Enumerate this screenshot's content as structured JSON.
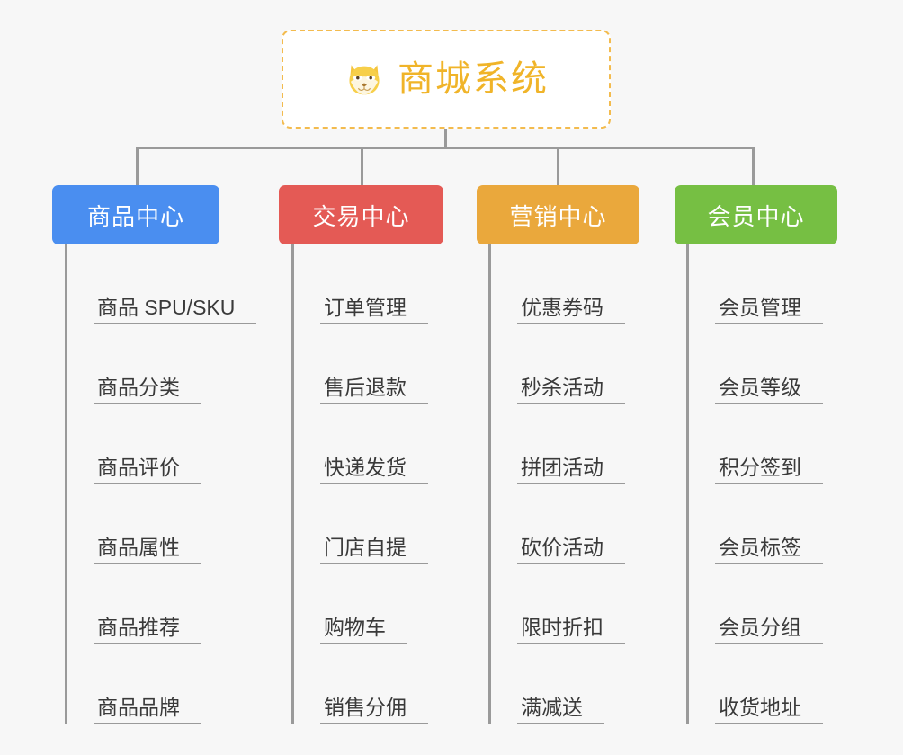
{
  "background_color": "#f7f7f7",
  "root": {
    "icon": "dog-face-emoji",
    "title": "商城系统",
    "title_color": "#f0b429",
    "border_color": "#f3bb4e"
  },
  "connector_color": "#9a9a9a",
  "columns": [
    {
      "id": "product-center",
      "title": "商品中心",
      "color": "#4a8ef0",
      "items": [
        "商品 SPU/SKU",
        "商品分类",
        "商品评价",
        "商品属性",
        "商品推荐",
        "商品品牌"
      ]
    },
    {
      "id": "trade-center",
      "title": "交易中心",
      "color": "#e45a55",
      "items": [
        "订单管理",
        "售后退款",
        "快递发货",
        "门店自提",
        "购物车",
        "销售分佣"
      ]
    },
    {
      "id": "marketing-center",
      "title": "营销中心",
      "color": "#eaa83c",
      "items": [
        "优惠券码",
        "秒杀活动",
        "拼团活动",
        "砍价活动",
        "限时折扣",
        "满减送"
      ]
    },
    {
      "id": "member-center",
      "title": "会员中心",
      "color": "#76bf43",
      "items": [
        "会员管理",
        "会员等级",
        "积分签到",
        "会员标签",
        "会员分组",
        "收货地址"
      ]
    }
  ]
}
